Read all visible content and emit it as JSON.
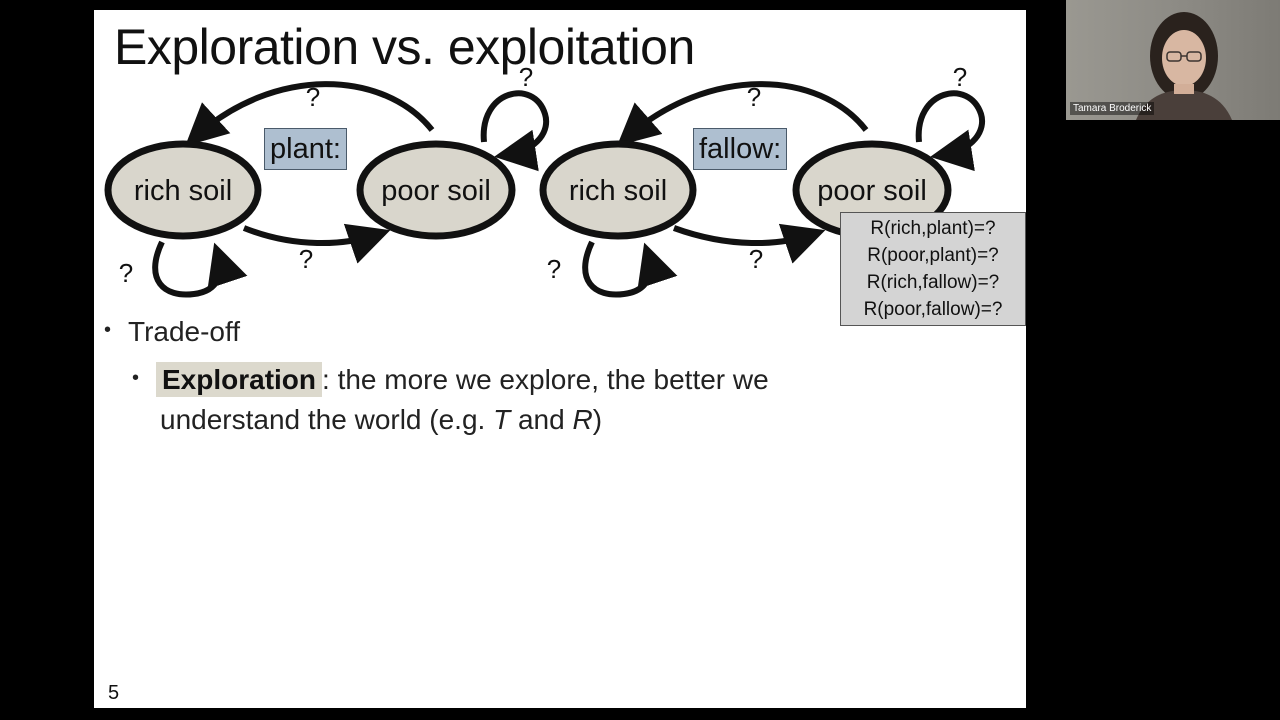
{
  "slide": {
    "title": "Exploration vs. exploitation",
    "page_number": "5"
  },
  "diagram_left": {
    "state_a": "rich soil",
    "state_b": "poor soil",
    "action": "plant:",
    "q_top": "?",
    "q_loop_b": "?",
    "q_loop_a": "?",
    "q_bottom": "?"
  },
  "diagram_right": {
    "state_a": "rich soil",
    "state_b": "poor soil",
    "action": "fallow:",
    "q_top": "?",
    "q_loop_b": "?",
    "q_loop_a": "?",
    "q_bottom": "?"
  },
  "rewards": [
    "R(rich,plant)=?",
    "R(poor,plant)=?",
    "R(rich,fallow)=?",
    "R(poor,fallow)=?"
  ],
  "bullets": {
    "level1": "Trade-off",
    "level2_term": "Exploration",
    "level2_rest_line1": ": the more we explore, the better we",
    "level2_line2_pre": "understand the world (e.g. ",
    "level2_T": "T",
    "level2_and": " and ",
    "level2_R": "R",
    "level2_close": ")"
  },
  "video": {
    "participant_name": "Tamara Broderick"
  },
  "colors": {
    "node_fill": "#d9d6cc",
    "action_box": "#aebfd0",
    "reward_box": "#d4d4d4",
    "highlight": "#dcd9cd"
  }
}
